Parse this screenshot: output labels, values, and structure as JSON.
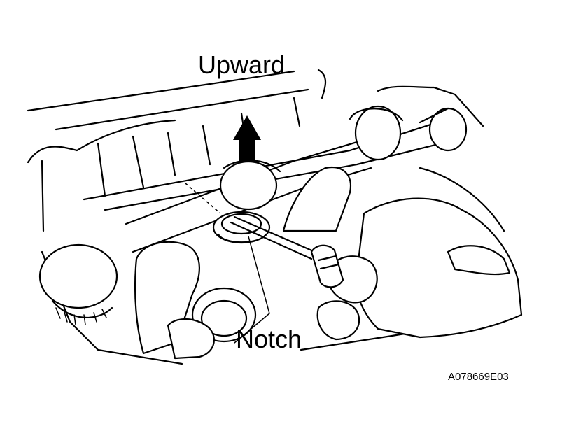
{
  "labels": {
    "upward": "Upward",
    "notch": "Notch",
    "figure_code": "A078669E03"
  },
  "arrow_icon": "arrow-up-icon",
  "colors": {
    "ink": "#000000",
    "paper": "#ffffff"
  }
}
